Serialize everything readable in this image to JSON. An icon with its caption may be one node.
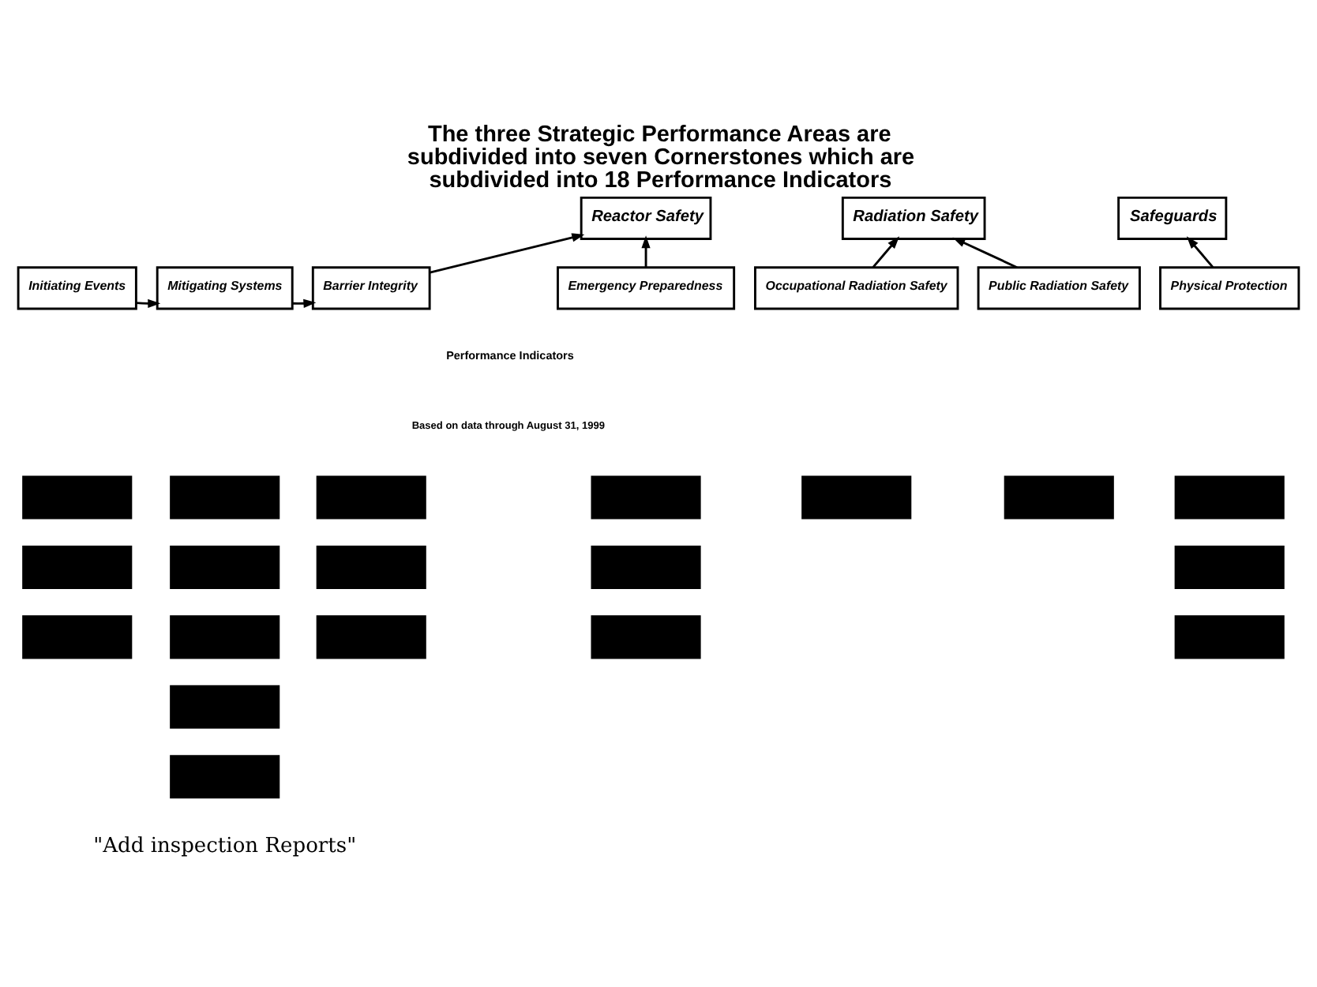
{
  "diagram": {
    "title": "The three Strategic Performance Areas are subdivided into seven Cornerstones which are subdivided into 18 Performance Indicators",
    "nodes": [
      {
        "text": [
          "Reactor Safety"
        ]
      },
      {
        "text": [
          "Radiation Safety"
        ]
      },
      {
        "text": [
          "Safeguards"
        ]
      },
      {
        "text": [
          "Initiating Events"
        ]
      },
      {
        "text": [
          "Mitigating Systems"
        ]
      },
      {
        "text": [
          "Barrier Integrity"
        ]
      },
      {
        "text": [
          "Emergency Preparedness"
        ]
      },
      {
        "text": [
          "Occupational Radiation Safety"
        ]
      },
      {
        "text": [
          "Public Radiation Safety"
        ]
      },
      {
        "text": [
          "Physical Protection"
        ]
      },
      {
        "text": [],
        "shape": "box"
      },
      {
        "text": [],
        "shape": "box"
      },
      {
        "text": [],
        "shape": "box"
      },
      {
        "text": [],
        "shape": "box"
      },
      {
        "text": [],
        "shape": "box"
      },
      {
        "text": [],
        "shape": "box"
      },
      {
        "text": [],
        "shape": "box"
      },
      {
        "text": [],
        "shape": "box"
      },
      {
        "text": [],
        "shape": "box"
      },
      {
        "text": [],
        "shape": "box"
      },
      {
        "text": [],
        "shape": "box"
      },
      {
        "text": [],
        "shape": "box"
      },
      {
        "text": [],
        "shape": "box"
      },
      {
        "text": [],
        "shape": "box"
      },
      {
        "text": [],
        "shape": "box"
      },
      {
        "text": [],
        "shape": "box"
      },
      {
        "text": [],
        "shape": "box"
      },
      {
        "text": [],
        "shape": "box"
      },
      {
        "text": [],
        "shape": "box"
      }
    ],
    "edges": [
      {
        "from": 3,
        "to": 4,
        "arrow": "to"
      },
      {
        "from": 4,
        "to": 5,
        "arrow": "to"
      },
      {
        "from": 5,
        "to": 0,
        "arrow": "to"
      },
      {
        "from": 6,
        "to": 0,
        "arrow": "to"
      },
      {
        "from": 7,
        "to": 1,
        "arrow": "to"
      },
      {
        "from": 8,
        "to": 1,
        "arrow": "to"
      },
      {
        "from": 9,
        "to": 2,
        "arrow": "to"
      }
    ],
    "labels": [
      "Performance Indicators",
      "Based on data through August 31, 1999",
      "\"Add inspection Reports\""
    ]
  }
}
